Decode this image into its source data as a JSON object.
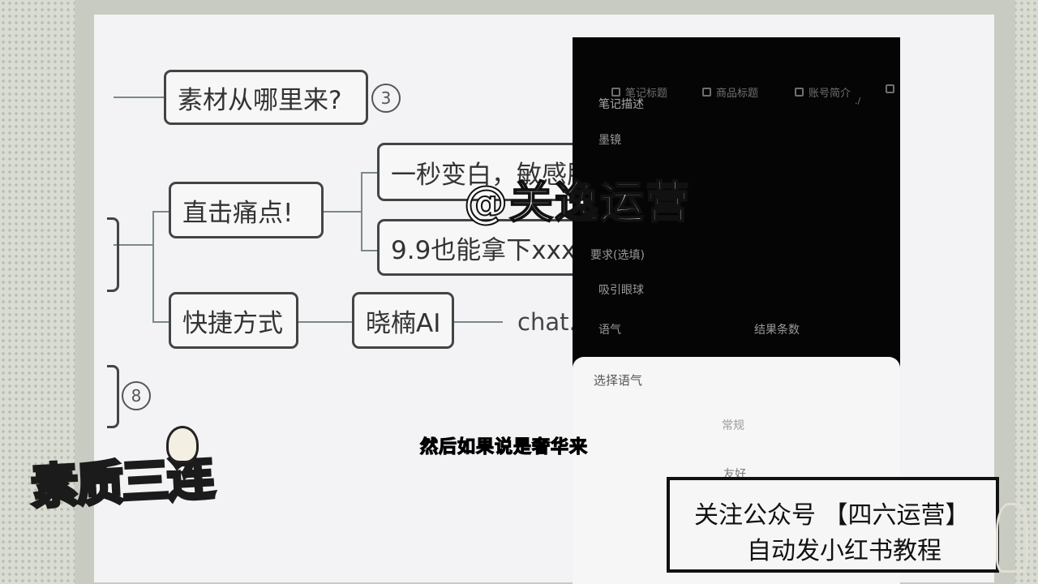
{
  "mindmap": {
    "header_partial": "...",
    "node_source": "素材从哪里来?",
    "badge_source": "3",
    "node_painpoint": "直击痛点!",
    "node_idea1": "一秒变白，敏感肌",
    "node_idea2": "9.9也能拿下xxx，",
    "node_shortcut": "快捷方式",
    "node_ai": "晓楠AI",
    "node_chat": "chat.",
    "badge_bottom": "8"
  },
  "phone": {
    "tabs": [
      "笔记标题",
      "商品标题",
      "账号简介"
    ],
    "fields": {
      "note_desc": "笔记描述",
      "product": "墨镜",
      "requirements": "要求(选填)",
      "attract": "吸引眼球",
      "tone": "语气",
      "result_count": "结果条数",
      "corner": "./"
    },
    "sheet": {
      "title": "选择语气",
      "options": [
        "常规",
        "友好"
      ]
    }
  },
  "overlay": {
    "watermark": "@关逸运营",
    "subtitle": "然后如果说是奢华来",
    "follow_line1": "关注公众号 【四六运营】",
    "follow_line2": "自动发小红书教程",
    "logo_text": "素质三连"
  },
  "colors": {
    "accent_logo": "#cfe3a4",
    "node_border": "#444444",
    "phone_bg": "#050505"
  }
}
